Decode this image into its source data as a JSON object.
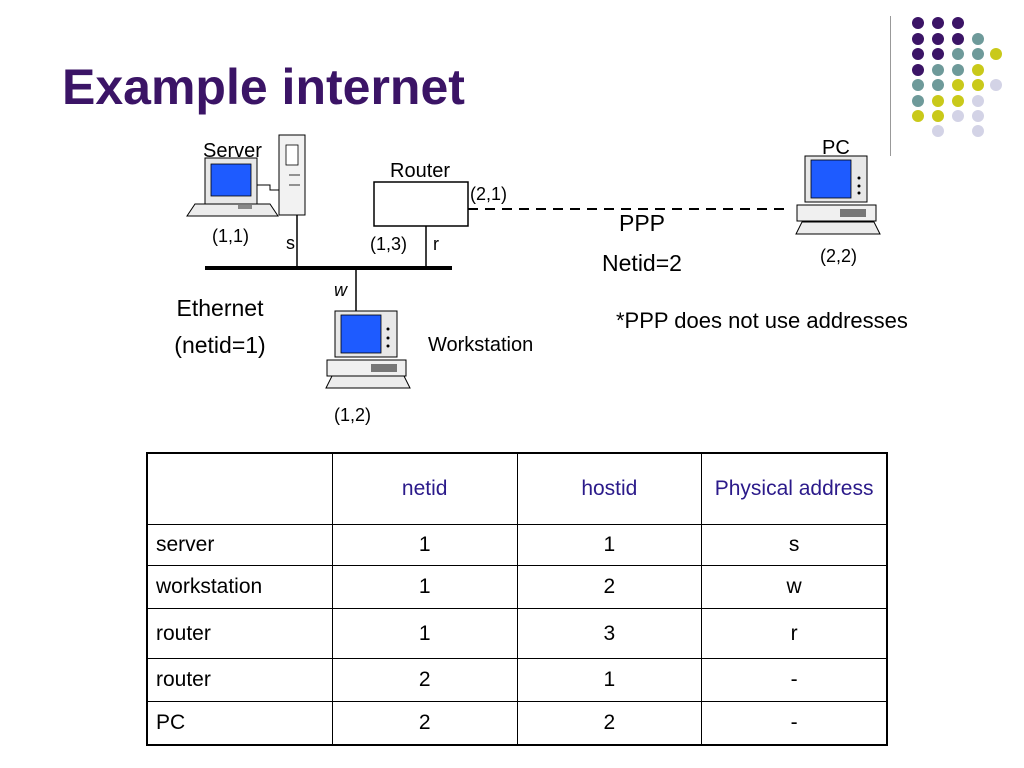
{
  "slide": {
    "title": "Example internet",
    "colors": {
      "title": "#3b1466",
      "header_text": "#2b1a8a",
      "dot_purple": "#3b1466",
      "dot_teal": "#6e9a9a",
      "dot_yellow": "#c9c91a",
      "dot_lavender": "#d3d3e6"
    }
  },
  "diagram": {
    "server": {
      "label": "Server",
      "address": "(1,1)",
      "port": "s"
    },
    "router": {
      "label": "Router",
      "address_right": "(2,1)",
      "address_left": "(1,3)",
      "port": "r"
    },
    "pc": {
      "label": "PC",
      "address": "(2,2)"
    },
    "workstation": {
      "label": "Workstation",
      "address": "(1,2)",
      "port": "w"
    },
    "ethernet": {
      "line1": "Ethernet",
      "line2": "(netid=1)"
    },
    "ppp": {
      "line1": "PPP",
      "line2": "Netid=2",
      "note": "*PPP does not use addresses"
    },
    "icons": [
      "server-computer-icon",
      "pc-computer-icon",
      "workstation-computer-icon",
      "router-box-icon"
    ]
  },
  "table": {
    "headers": [
      "",
      "netid",
      "hostid",
      "Physical address"
    ],
    "rows": [
      [
        "server",
        "1",
        "1",
        "s"
      ],
      [
        "workstation",
        "1",
        "2",
        "w"
      ],
      [
        "router",
        "1",
        "3",
        "r"
      ],
      [
        "router",
        "2",
        "1",
        "-"
      ],
      [
        "PC",
        "2",
        "2",
        "-"
      ]
    ]
  }
}
